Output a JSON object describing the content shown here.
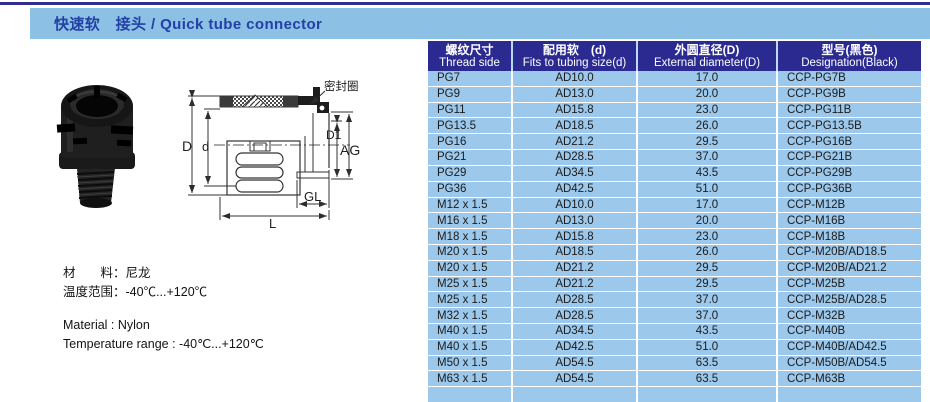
{
  "page": {
    "title": "快速软　接头 / Quick tube connector"
  },
  "info": {
    "material_cn": "材　　料：尼龙",
    "temp_cn": "温度范围：-40℃...+120℃",
    "material_en": "Material : Nylon",
    "temp_en": "Temperature range : -40℃...+120℃"
  },
  "diagram": {
    "seal_label": "密封圈",
    "dim_D": "D",
    "dim_d": "d",
    "dim_D1": "D1",
    "dim_AG": "AG",
    "dim_GL": "GL",
    "dim_L": "L"
  },
  "table": {
    "headers": [
      {
        "cn": "螺纹尺寸",
        "en": "Thread side"
      },
      {
        "cn": "配用软　(d)",
        "en": "Fits to tubing size(d)"
      },
      {
        "cn": "外圆直径(D)",
        "en": "External diameter(D)"
      },
      {
        "cn": "型号(黑色)",
        "en": "Designation(Black)"
      }
    ],
    "rows": [
      [
        "PG7",
        "AD10.0",
        "17.0",
        "CCP-PG7B"
      ],
      [
        "PG9",
        "AD13.0",
        "20.0",
        "CCP-PG9B"
      ],
      [
        "PG11",
        "AD15.8",
        "23.0",
        "CCP-PG11B"
      ],
      [
        "PG13.5",
        "AD18.5",
        "26.0",
        "CCP-PG13.5B"
      ],
      [
        "PG16",
        "AD21.2",
        "29.5",
        "CCP-PG16B"
      ],
      [
        "PG21",
        "AD28.5",
        "37.0",
        "CCP-PG21B"
      ],
      [
        "PG29",
        "AD34.5",
        "43.5",
        "CCP-PG29B"
      ],
      [
        "PG36",
        "AD42.5",
        "51.0",
        "CCP-PG36B"
      ],
      [
        "M12 x 1.5",
        "AD10.0",
        "17.0",
        "CCP-M12B"
      ],
      [
        "M16 x 1.5",
        "AD13.0",
        "20.0",
        "CCP-M16B"
      ],
      [
        "M18 x 1.5",
        "AD15.8",
        "23.0",
        "CCP-M18B"
      ],
      [
        "M20 x 1.5",
        "AD18.5",
        "26.0",
        "CCP-M20B/AD18.5"
      ],
      [
        "M20 x 1.5",
        "AD21.2",
        "29.5",
        "CCP-M20B/AD21.2"
      ],
      [
        "M25 x 1.5",
        "AD21.2",
        "29.5",
        "CCP-M25B"
      ],
      [
        "M25 x 1.5",
        "AD28.5",
        "37.0",
        "CCP-M25B/AD28.5"
      ],
      [
        "M32 x 1.5",
        "AD28.5",
        "37.0",
        "CCP-M32B"
      ],
      [
        "M40 x 1.5",
        "AD34.5",
        "43.5",
        "CCP-M40B"
      ],
      [
        "M40 x 1.5",
        "AD42.5",
        "51.0",
        "CCP-M40B/AD42.5"
      ],
      [
        "M50 x 1.5",
        "AD54.5",
        "63.5",
        "CCP-M50B/AD54.5"
      ],
      [
        "M63 x 1.5",
        "AD54.5",
        "63.5",
        "CCP-M63B"
      ]
    ],
    "empty_trailing_row": true
  },
  "colors": {
    "header_bg": "#2a2a90",
    "band_bg": "#8cc0e4",
    "row_bg": "#9cc8ec",
    "title_text": "#2340a6",
    "topline": "#2e2e96"
  }
}
